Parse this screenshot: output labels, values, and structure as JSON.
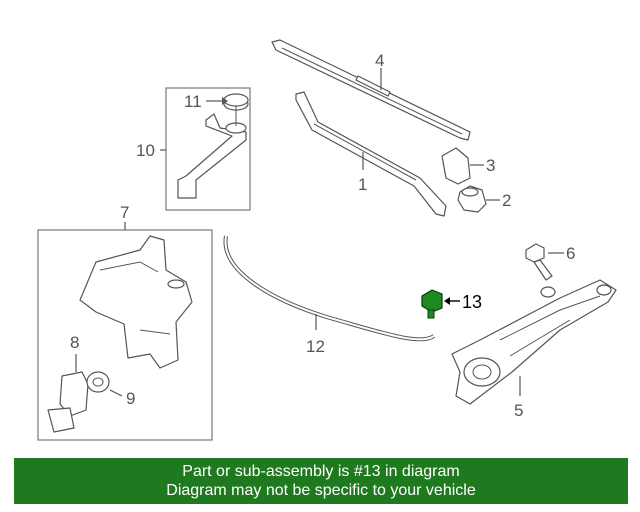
{
  "callouts": {
    "c1": "1",
    "c2": "2",
    "c3": "3",
    "c4": "4",
    "c5": "5",
    "c6": "6",
    "c7": "7",
    "c8": "8",
    "c9": "9",
    "c10": "10",
    "c11": "11",
    "c12": "12",
    "c13": "13"
  },
  "highlight_color": "#1f8a1f",
  "banner": {
    "line1": "Part or sub-assembly is #13 in diagram",
    "line2": "Diagram may not be specific to your vehicle",
    "bg_color": "#1f7a1f"
  }
}
